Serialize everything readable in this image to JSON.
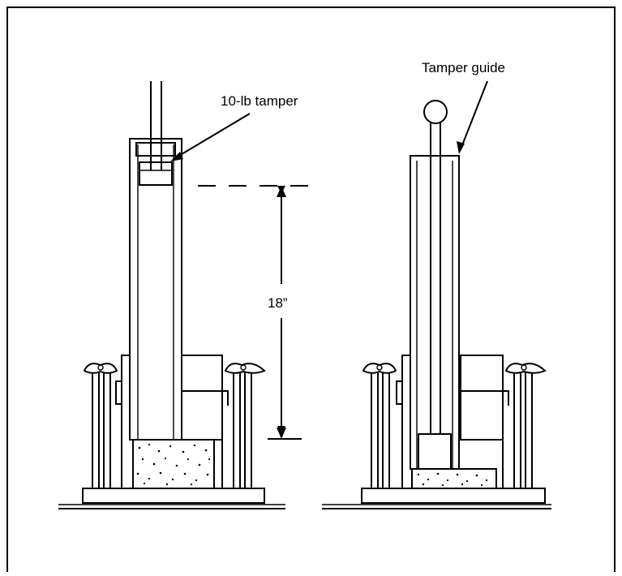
{
  "labels": {
    "left_tamper": "10-lb tamper",
    "drop_height": "18”",
    "right_guide": "Tamper guide"
  },
  "colors": {
    "ink": "#000000",
    "paper": "#ffffff"
  }
}
